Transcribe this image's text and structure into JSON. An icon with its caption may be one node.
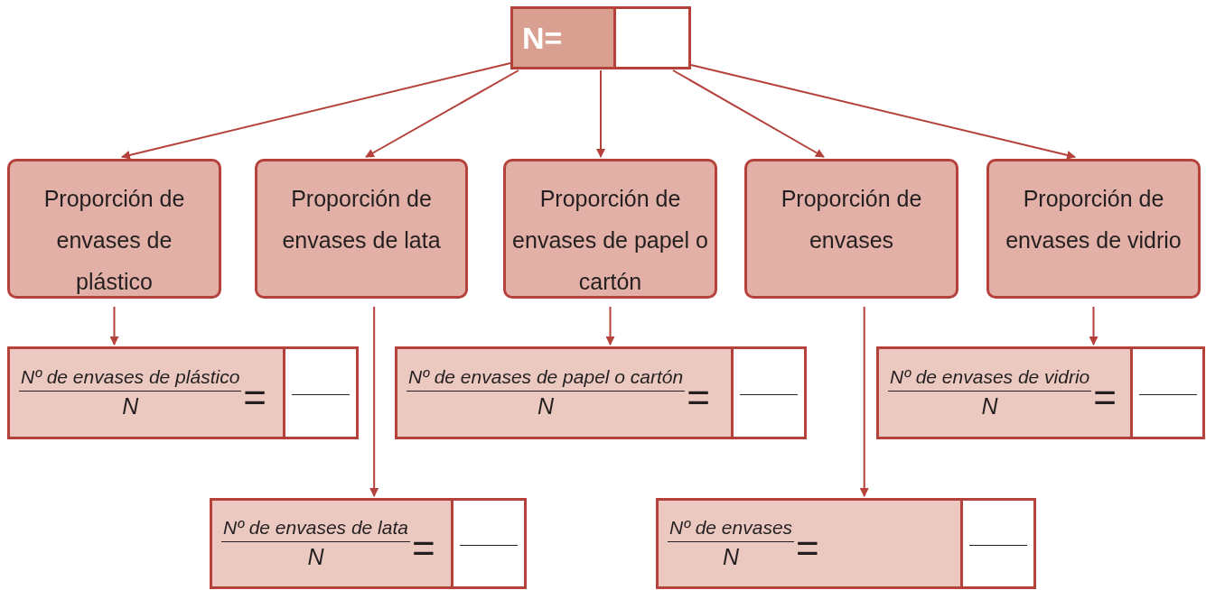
{
  "diagram": {
    "nodes": [
      {
        "text": [
          "N="
        ]
      },
      {
        "text": [
          "Proporción de envases de plástico"
        ]
      },
      {
        "text": [
          "Proporción de envases de lata"
        ]
      },
      {
        "text": [
          "Proporción de envases de papel o cartón"
        ]
      },
      {
        "text": [
          "Proporción de envases"
        ]
      },
      {
        "text": [
          "Proporción de envases de vidrio"
        ]
      },
      {
        "text": [
          "Nº de envases de plástico",
          "N",
          "="
        ]
      },
      {
        "text": [
          "Nº de envases de papel o cartón",
          "N",
          "="
        ]
      },
      {
        "text": [
          "Nº de envases de vidrio",
          "N",
          "="
        ]
      },
      {
        "text": [
          "Nº de envases de lata",
          "N",
          "="
        ]
      },
      {
        "text": [
          "Nº de envases",
          "N",
          "="
        ]
      }
    ],
    "edges": [
      {
        "from": 0,
        "to": 1,
        "arrow": "to"
      },
      {
        "from": 0,
        "to": 2,
        "arrow": "to"
      },
      {
        "from": 0,
        "to": 3,
        "arrow": "to"
      },
      {
        "from": 0,
        "to": 4,
        "arrow": "to"
      },
      {
        "from": 0,
        "to": 5,
        "arrow": "to"
      },
      {
        "from": 1,
        "to": 6,
        "arrow": "to"
      },
      {
        "from": 2,
        "to": 9,
        "arrow": "to"
      },
      {
        "from": 3,
        "to": 7,
        "arrow": "to"
      },
      {
        "from": 4,
        "to": 10,
        "arrow": "to"
      },
      {
        "from": 5,
        "to": 8,
        "arrow": "to"
      }
    ]
  }
}
